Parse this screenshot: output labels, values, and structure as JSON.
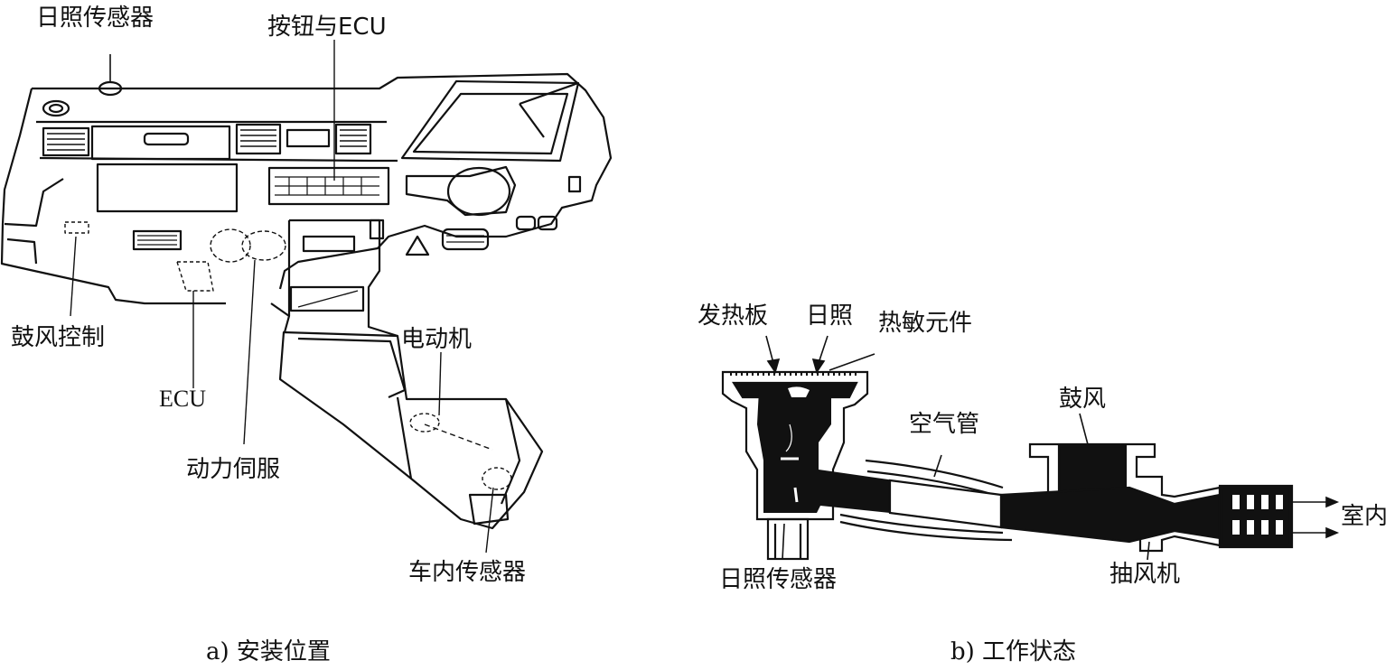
{
  "panel_a": {
    "caption": "a) 安装位置",
    "labels": {
      "sun_sensor": "日照传感器",
      "buttons_ecu": "按钮与ECU",
      "blower_control": "鼓风控制",
      "ecu": "ECU",
      "power_servo": "动力伺服",
      "motor": "电动机",
      "cabin_sensor": "车内传感器"
    }
  },
  "panel_b": {
    "caption": "b) 工作状态",
    "labels": {
      "heater_plate": "发热板",
      "sunlight": "日照",
      "thermistor": "热敏元件",
      "air_tube": "空气管",
      "blower": "鼓风",
      "indoor": "室内",
      "sun_sensor": "日照传感器",
      "exhaust_fan": "抽风机"
    }
  }
}
